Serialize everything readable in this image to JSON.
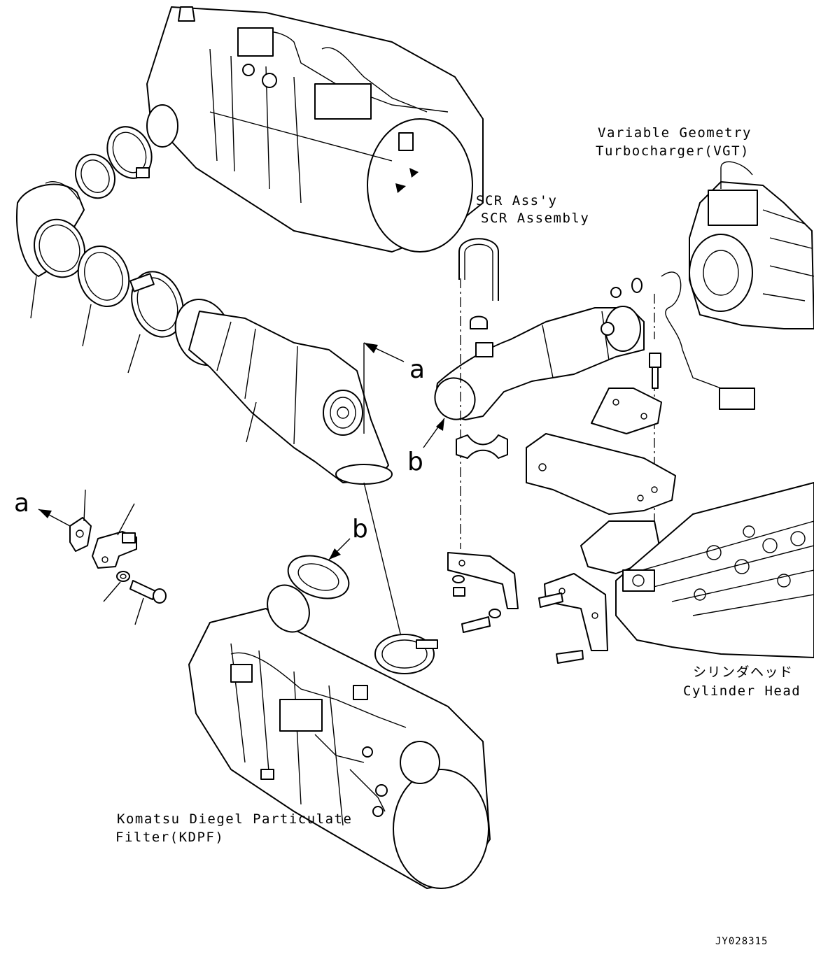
{
  "labels": {
    "vgt_line1": "Variable Geometry",
    "vgt_line2": "Turbocharger(VGT)",
    "scr_line1": "SCR Ass'y",
    "scr_line2": "SCR Assembly",
    "head_line1": "シリンダヘッド",
    "head_line2": "Cylinder Head",
    "kdpf_line1": "Komatsu Diegel Particulate",
    "kdpf_line2": "Filter(KDPF)"
  },
  "view_markers": {
    "a_upper": "a",
    "b_upper": "b",
    "a_left": "a",
    "b_lower": "b"
  },
  "drawing_code": "JY028315",
  "icons": {
    "scr_unit": "cylindrical-tank-drawing",
    "kdpf_unit": "cylindrical-tank-drawing",
    "turbocharger": "turbocharger-drawing",
    "cylinder_head": "cylinder-head-drawing",
    "exhaust_pipe": "elbow-pipe-drawing",
    "scr_inlet_pipe": "straight-pipe-drawing",
    "bracket": "mounting-bracket-drawing",
    "clamps": "v-band-clamp-drawing",
    "gaskets": "ring-gasket-drawing",
    "bolts": "bolt-drawing",
    "sensor": "sensor-drawing",
    "arrows": "view-arrow"
  }
}
